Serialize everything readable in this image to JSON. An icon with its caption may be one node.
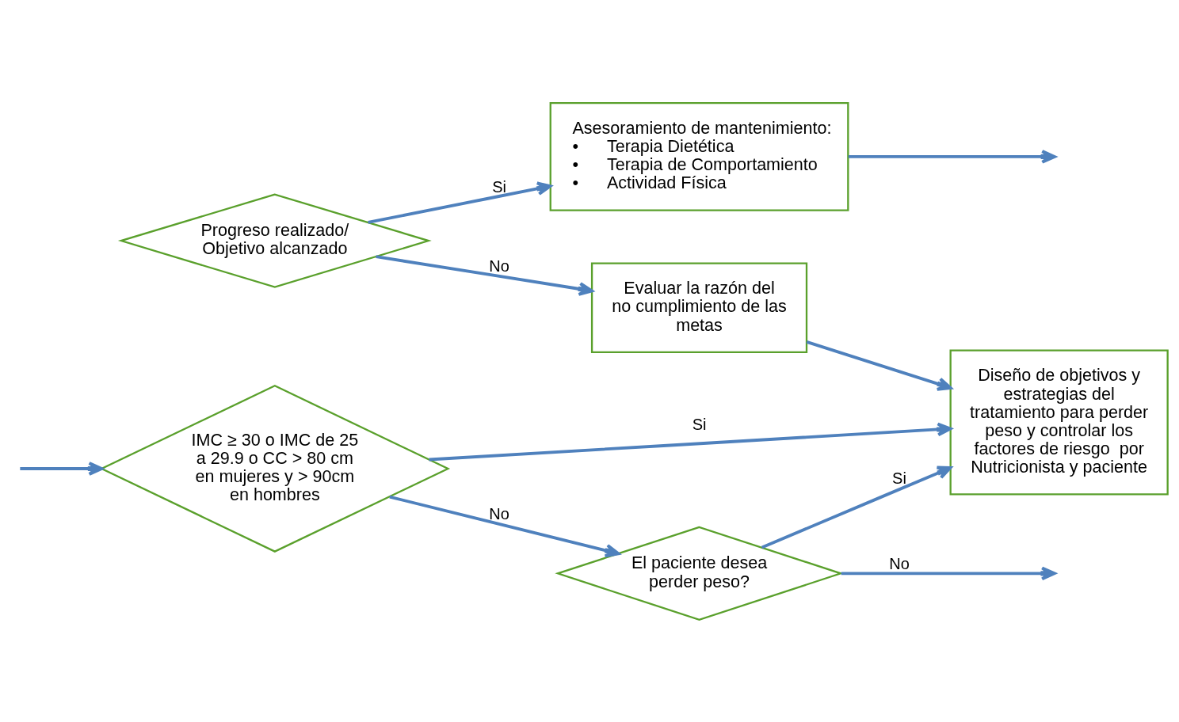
{
  "diagram": {
    "nodes": [
      {
        "text": [
          "IMC ≥ 30 o IMC de 25 a 29.9 o CC > 80 cm en mujeres y > 90cm en hombres"
        ]
      },
      {
        "text": [
          "Diseño de objetivos y estrategias del tratamiento para perder peso y controlar los factores de riesgo  por Nutricionista y paciente"
        ]
      },
      {
        "text": [
          "El paciente desea perder peso?"
        ]
      },
      {
        "text": [
          "Progreso realizado/ Objetivo alcanzado"
        ]
      },
      {
        "text": [
          "Asesoramiento de mantenimiento:",
          "•      Terapia Dietética",
          "•      Terapia de Comportamiento",
          "•      Actividad Física"
        ]
      },
      {
        "text": [
          "Evaluar la razón del no cumplimiento de las metas"
        ]
      }
    ],
    "edges": [
      {
        "from": null,
        "to": 0,
        "arrow": "to"
      },
      {
        "from": 0,
        "to": 1,
        "arrow": "to",
        "label": "Si"
      },
      {
        "from": 0,
        "to": 2,
        "arrow": "to",
        "label": "No"
      },
      {
        "from": 2,
        "to": 1,
        "arrow": "to",
        "label": "Si"
      },
      {
        "from": 2,
        "to": null,
        "arrow": "to",
        "label": "No"
      },
      {
        "from": 3,
        "to": 4,
        "arrow": "to",
        "label": "Si"
      },
      {
        "from": 3,
        "to": 5,
        "arrow": "to",
        "label": "No"
      },
      {
        "from": 5,
        "to": 1,
        "arrow": "to"
      },
      {
        "from": 4,
        "to": null,
        "arrow": "to"
      }
    ]
  }
}
